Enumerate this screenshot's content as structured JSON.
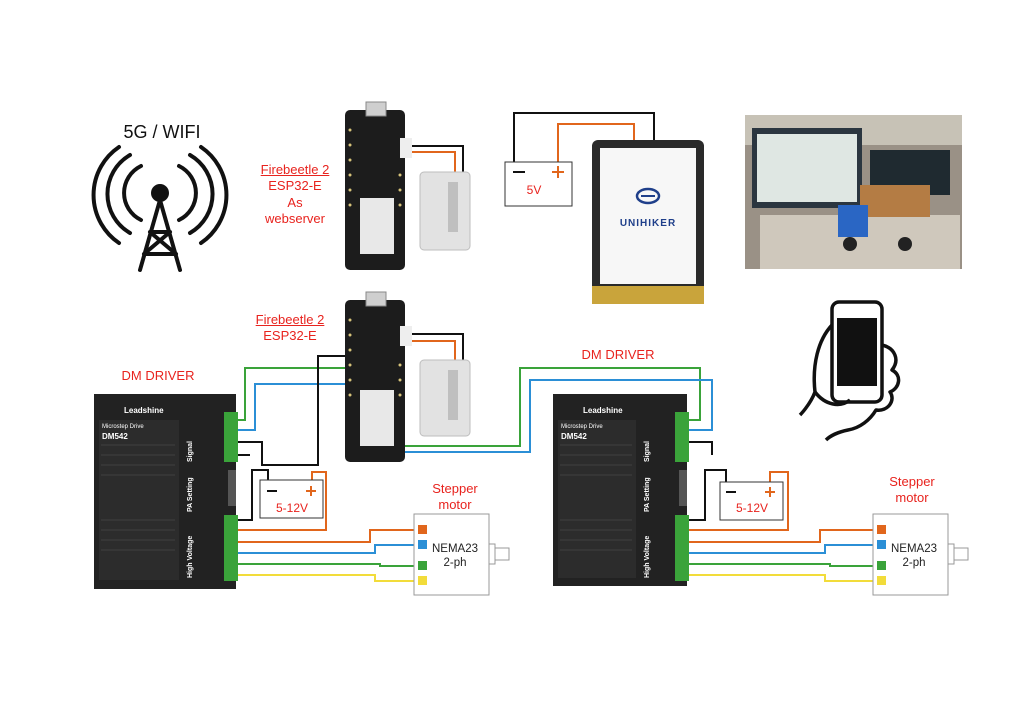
{
  "labels": {
    "network": "5G / WIFI",
    "esp_top_line1": "Firebeetle 2",
    "esp_top_line2": "ESP32-E",
    "esp_top_line3": "As",
    "esp_top_line4": "webserver",
    "esp_bottom_line1": "Firebeetle 2",
    "esp_bottom_line2": "ESP32-E",
    "driver_left": "DM DRIVER",
    "driver_right": "DM DRIVER",
    "supply_5v": "5V",
    "supply_left": "5-12V",
    "supply_right": "5-12V",
    "motor_left_title1": "Stepper",
    "motor_left_title2": "motor",
    "motor_right_title1": "Stepper",
    "motor_right_title2": "motor",
    "motor_left_line1": "NEMA23",
    "motor_left_line2": "2-ph",
    "motor_right_line1": "NEMA23",
    "motor_right_line2": "2-ph",
    "unihiker": "UNIHIKER",
    "driver_brand": "Leadshine",
    "driver_model": "DM542",
    "driver_sub": "Microstep Drive",
    "sec_signal": "Signal",
    "sec_pa": "PA Setting",
    "sec_hv": "High Voltage"
  },
  "colors": {
    "red_text": "#e8231e",
    "wire_orange": "#e1661c",
    "wire_blue": "#2b8fd6",
    "wire_green": "#3aa33a",
    "wire_yellow": "#f2dc3a",
    "wire_black": "#111111"
  }
}
